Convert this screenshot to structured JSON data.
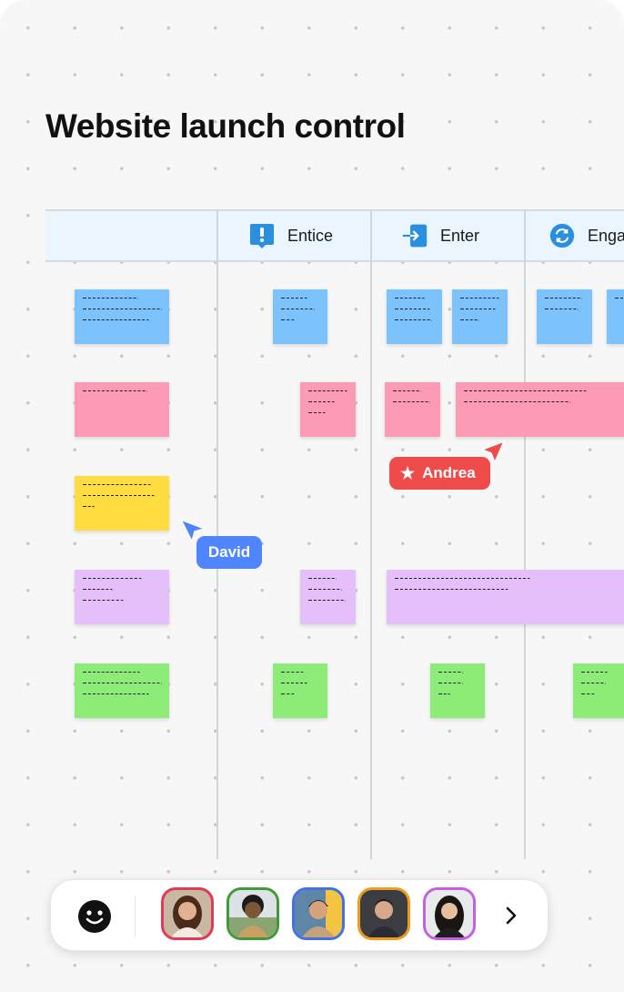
{
  "board": {
    "title": "Website launch control",
    "columns": [
      {
        "label": "Entice",
        "icon": "exclamation-speech-icon",
        "color": "#2b8fe0"
      },
      {
        "label": "Enter",
        "icon": "enter-arrow-icon",
        "color": "#2b8fe0"
      },
      {
        "label": "Engage",
        "icon": "refresh-cycle-icon",
        "color": "#2b8fe0"
      }
    ]
  },
  "collaborators": [
    {
      "name": "Andrea",
      "color": "#f04b4b"
    },
    {
      "name": "David",
      "color": "#4f85ff"
    }
  ],
  "toolbar": {
    "emoji_icon": "smiley-face-icon",
    "next_icon": "chevron-right-icon",
    "avatar_border_colors": [
      "#e13a54",
      "#3f9a3a",
      "#4470e6",
      "#f29a1e",
      "#c85ee0"
    ]
  },
  "colors": {
    "blue_note": "#7cc3fd",
    "pink_note": "#fd9ab6",
    "yellow_note": "#ffdd40",
    "purple_note": "#e4bffa",
    "green_note": "#8deb78"
  }
}
